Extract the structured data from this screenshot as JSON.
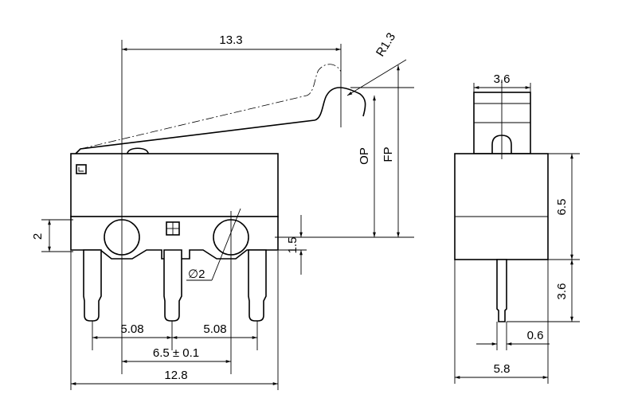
{
  "dimensions": {
    "arm_length": "13.3",
    "roller_radius": "R1.3",
    "actuator_width": "3.6",
    "op_label": "OP",
    "fp_label": "FP",
    "side_height": "6.5",
    "terminal_length": "3.6",
    "terminal_thickness": "0.6",
    "side_width": "5.8",
    "pin_pitch_left": "5.08",
    "pin_pitch_right": "5.08",
    "hole_spacing": "6.5 ± 0.1",
    "body_length": "12.8",
    "hole_height": "2",
    "hole_offset": "1.5",
    "hole_diameter": "∅2"
  }
}
